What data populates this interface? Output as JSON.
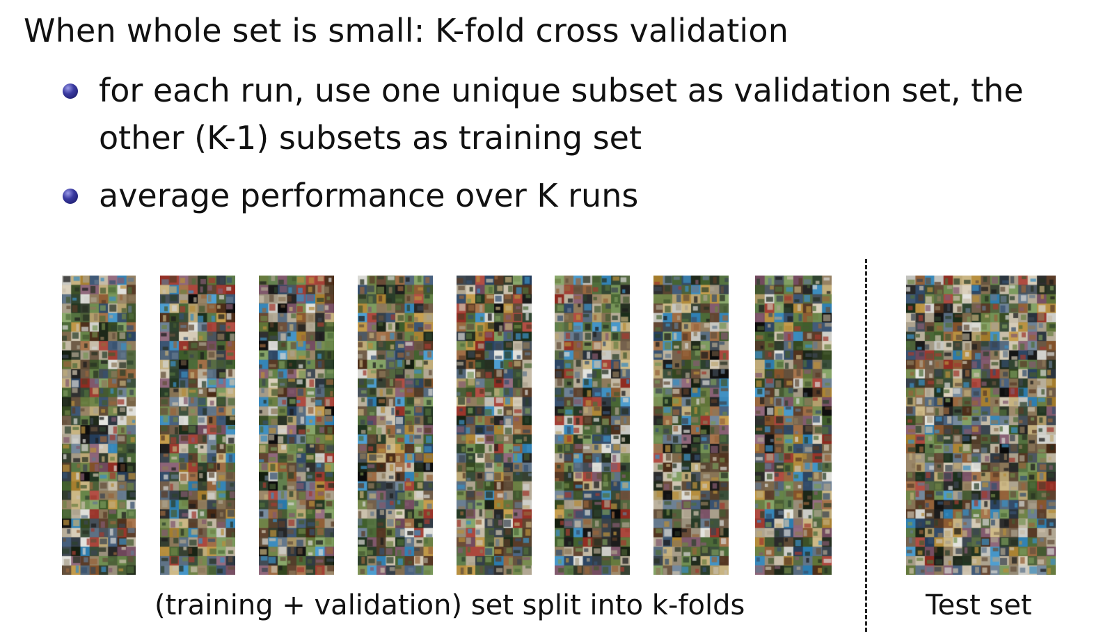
{
  "slide": {
    "title": "When whole set is small: K-fold cross validation",
    "bullets": [
      {
        "line1": "for each run, use one unique subset as validation set, the",
        "line2": "other (K-1) subsets as training set"
      },
      {
        "line1": "average performance over K runs"
      }
    ]
  },
  "figure": {
    "fold_count": 8,
    "folds_caption": "(training + validation) set split into k-folds",
    "test_caption": "Test set"
  }
}
